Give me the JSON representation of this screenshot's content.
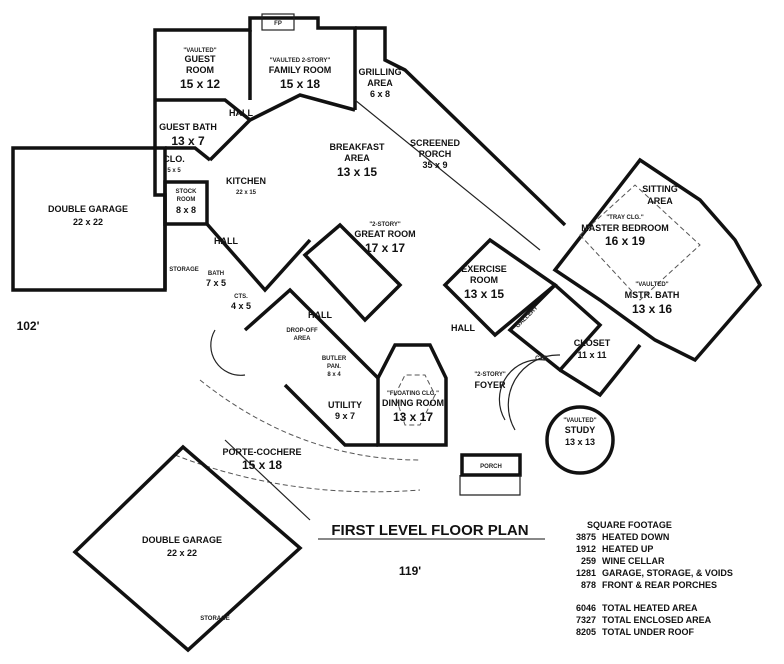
{
  "plan": {
    "title": "FIRST LEVEL FLOOR PLAN",
    "width_dim": "119'",
    "depth_dim": "102'"
  },
  "rooms": {
    "garage_left": {
      "name": "DOUBLE GARAGE",
      "size": "22 x 22"
    },
    "guest_room": {
      "note": "\"VAULTED\"",
      "name1": "GUEST",
      "name2": "ROOM",
      "size": "15 x 12"
    },
    "family_room": {
      "note": "\"VAULTED 2-STORY\"",
      "name": "FAMILY ROOM",
      "size": "15 x 18",
      "fireplace": "FP"
    },
    "grilling": {
      "name1": "GRILLING",
      "name2": "AREA",
      "size": "6 x 8"
    },
    "screened_porch": {
      "name1": "SCREENED",
      "name2": "PORCH",
      "size": "35 x 9"
    },
    "breakfast": {
      "name1": "BREAKFAST",
      "name2": "AREA",
      "size": "13 x 15"
    },
    "guest_bath": {
      "name": "GUEST BATH",
      "size": "13 x 7"
    },
    "closet_small": {
      "name": "CLO.",
      "size": "5 x 5"
    },
    "kitchen": {
      "name": "KITCHEN",
      "size": "22 x 15"
    },
    "stock_room": {
      "name1": "STOCK",
      "name2": "ROOM",
      "size": "8 x 8"
    },
    "hall_upper": {
      "name": "HALL"
    },
    "hall_left": {
      "name": "HALL"
    },
    "storage_left": {
      "name": "STORAGE"
    },
    "bath_small": {
      "name": "BATH",
      "size": "7 x 5"
    },
    "cts_left": {
      "name": "CTS.",
      "size": "4 x 5"
    },
    "hall_center": {
      "name": "HALL"
    },
    "drop_off": {
      "name1": "DROP-OFF",
      "name2": "AREA"
    },
    "butler_pantry": {
      "name1": "BUTLER",
      "name2": "PAN.",
      "size": "8 x 4"
    },
    "utility": {
      "name": "UTILITY",
      "size": "9 x 7"
    },
    "porte_cochere": {
      "name": "PORTE-COCHERE",
      "size": "15 x 18"
    },
    "great_room": {
      "note": "\"2-STORY\"",
      "name": "GREAT ROOM",
      "size": "17 x 17"
    },
    "exercise": {
      "name1": "EXERCISE",
      "name2": "ROOM",
      "size": "13 x 15"
    },
    "hall_right": {
      "name": "HALL"
    },
    "dining": {
      "note": "\"FLOATING CLG.\"",
      "name": "DINING ROOM",
      "size": "13 x 17"
    },
    "foyer": {
      "note": "\"2-STORY\"",
      "name": "FOYER"
    },
    "porch": {
      "name": "PORCH"
    },
    "gallery": {
      "name": "GALLERY"
    },
    "cts_right": {
      "name": "CTS."
    },
    "closet": {
      "name": "CLOSET",
      "size": "11 x 11"
    },
    "study": {
      "note": "\"VAULTED\"",
      "name": "STUDY",
      "size": "13 x 13"
    },
    "sitting": {
      "name1": "SITTING",
      "name2": "AREA"
    },
    "master_bedroom": {
      "note": "\"TRAY CLG.\"",
      "name": "MASTER BEDROOM",
      "size": "16 x 19"
    },
    "master_bath": {
      "note": "\"VAULTED\"",
      "name": "MSTR. BATH",
      "size": "13 x 16"
    },
    "garage_lower": {
      "name": "DOUBLE GARAGE",
      "size": "22 x 22",
      "storage": "STORAGE"
    }
  },
  "square_footage": {
    "heading": "SQUARE FOOTAGE",
    "items": [
      {
        "value": "3875",
        "label": "HEATED DOWN"
      },
      {
        "value": "1912",
        "label": "HEATED UP"
      },
      {
        "value": "259",
        "label": "WINE CELLAR"
      },
      {
        "value": "1281",
        "label": "GARAGE, STORAGE, & VOIDS"
      },
      {
        "value": "878",
        "label": "FRONT & REAR PORCHES"
      }
    ],
    "totals": [
      {
        "value": "6046",
        "label": "TOTAL HEATED AREA"
      },
      {
        "value": "7327",
        "label": "TOTAL ENCLOSED AREA"
      },
      {
        "value": "8205",
        "label": "TOTAL UNDER ROOF"
      }
    ]
  }
}
